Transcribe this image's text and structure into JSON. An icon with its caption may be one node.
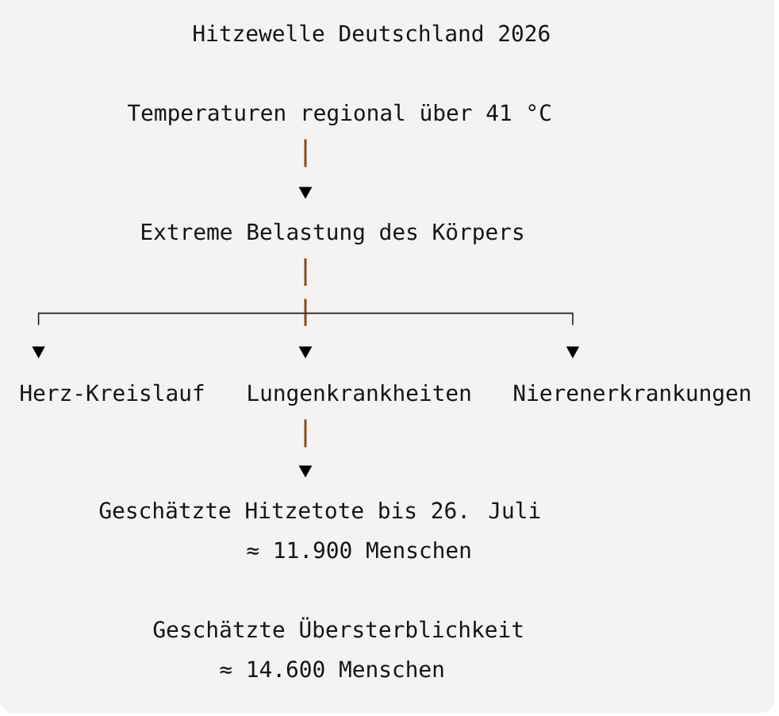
{
  "diagram": {
    "title": "Hitzewelle Deutschland 2026",
    "nodes": [
      {
        "text": [
          "Temperaturen regional über 41 °C"
        ]
      },
      {
        "text": [
          "Extreme Belastung des Körpers"
        ]
      },
      {
        "text": [
          "Herz-Kreislauf"
        ]
      },
      {
        "text": [
          "Lungenkrankheiten"
        ]
      },
      {
        "text": [
          "Nierenerkrankungen"
        ]
      },
      {
        "text": [
          "Geschätzte Hitzetote bis 26. Juli",
          "≈ 11.900 Menschen"
        ]
      }
    ],
    "edges": [
      {
        "from": 0,
        "to": 1,
        "arrow": "to"
      },
      {
        "from": 1,
        "to": 2,
        "arrow": "to",
        "color": "#1e1e1e"
      },
      {
        "from": 1,
        "to": 3,
        "arrow": "to"
      },
      {
        "from": 1,
        "to": 4,
        "arrow": "to",
        "color": "#1e1e1e"
      },
      {
        "from": 3,
        "to": 5,
        "arrow": "to"
      }
    ],
    "labels": [
      "Geschätzte Übersterblichkeit",
      "≈ 14.600 Menschen"
    ]
  }
}
